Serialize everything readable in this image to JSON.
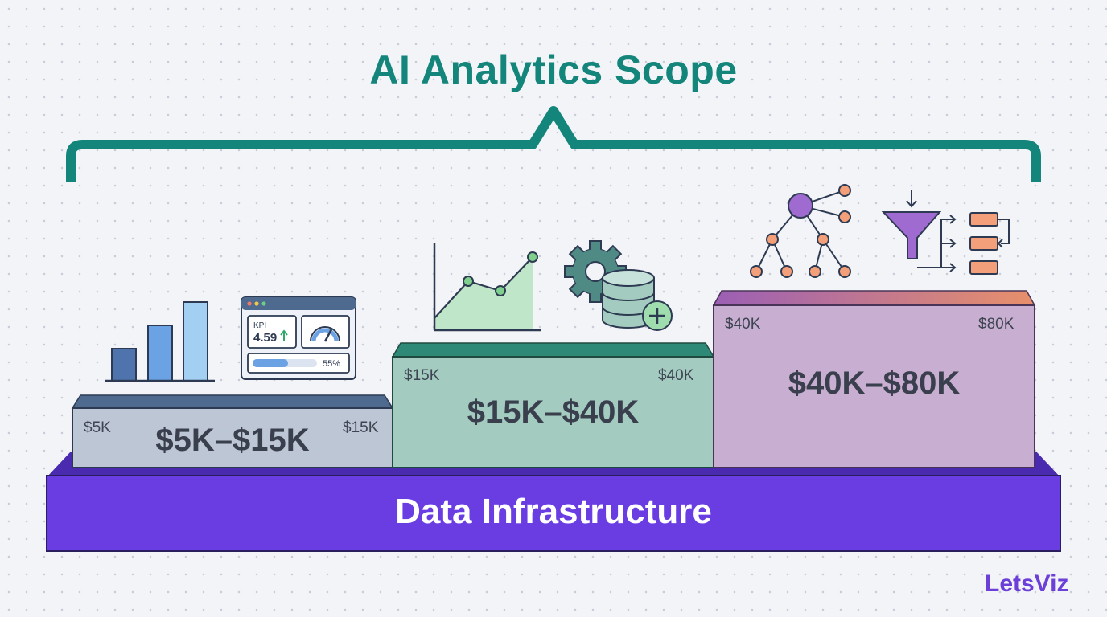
{
  "title": "AI Analytics Scope",
  "foundation": {
    "label": "Data Infrastructure",
    "color": "#6a3de3"
  },
  "tiers": [
    {
      "label": "$5K–$15K",
      "min_label": "$5K",
      "max_label": "$15K",
      "color": "#bcc6d4",
      "top_color": "#4f6a8f"
    },
    {
      "label": "$15K–$40K",
      "min_label": "$15K",
      "max_label": "$40K",
      "color": "#a3cbc0",
      "top_color": "#2e8a76"
    },
    {
      "label": "$40K–$80K",
      "min_label": "$40K",
      "max_label": "$80K",
      "color": "#c8aed1",
      "top_color": "#a36bb0"
    }
  ],
  "dashboard": {
    "kpi_label": "KPI",
    "kpi_value": "4.59",
    "progress_label": "55%",
    "progress": 0.55
  },
  "icons": [
    "bar-chart-icon",
    "dashboard-icon",
    "line-chart-icon",
    "gear-database-icon",
    "network-tree-icon",
    "funnel-flow-icon"
  ],
  "brand": "LetsViz"
}
